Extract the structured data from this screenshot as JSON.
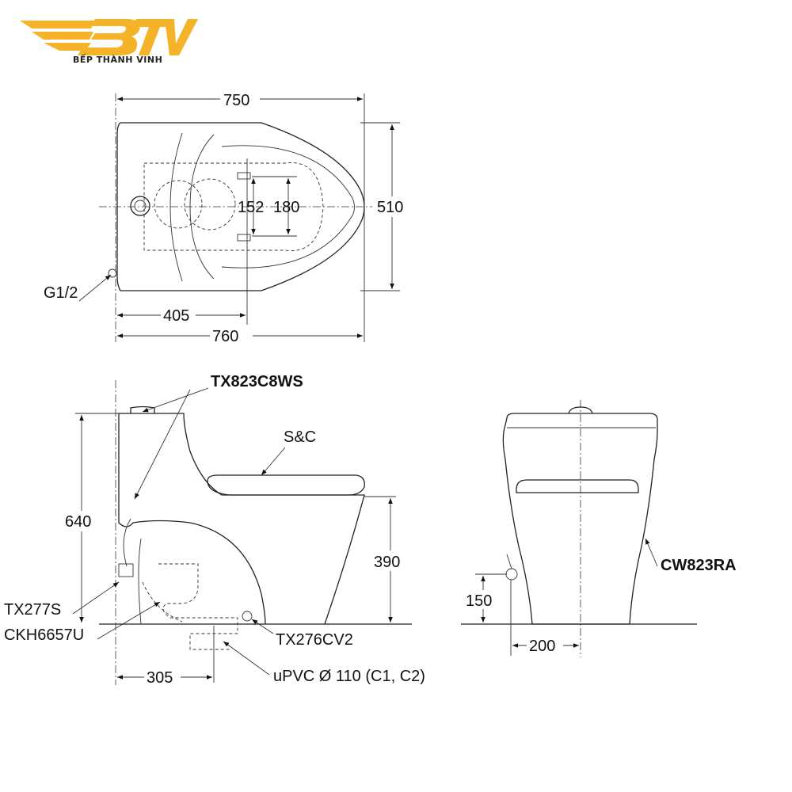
{
  "logo": {
    "mark": "BTV",
    "name": "BẾP THÀNH VINH",
    "color": "#F5B32A"
  },
  "top_view": {
    "dims": {
      "width": "750",
      "depth": "510",
      "hole_a": "152",
      "hole_b": "180",
      "outlet_offset": "405",
      "overall": "760"
    },
    "labels": {
      "inlet": "G1/2"
    }
  },
  "side_view": {
    "dims": {
      "height": "640",
      "seat_height": "390",
      "rough_in": "305"
    },
    "labels": {
      "flush_button": "TX823C8WS",
      "seat": "S&C",
      "stop_valve": "TX277S",
      "hose": "CKH6657U",
      "flange": "TX276CV2",
      "drain": "uPVC Ø 110 (C1, C2)"
    }
  },
  "front_view": {
    "dims": {
      "inlet_height": "150",
      "inlet_offset": "200"
    },
    "labels": {
      "model": "CW823RA"
    }
  }
}
